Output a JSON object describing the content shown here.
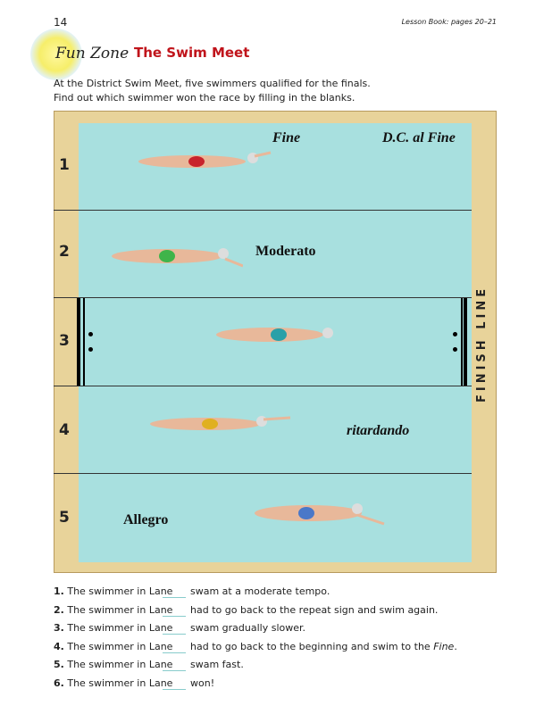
{
  "header": {
    "page_number": "14",
    "reference": "Lesson Book: pages 20–21",
    "section": "Fun Zone",
    "title": "The Swim Meet"
  },
  "intro": [
    "At the District Swim Meet, five swimmers qualified for the finals.",
    "Find out which swimmer won the race by filling in the blanks."
  ],
  "pool": {
    "lanes": [
      {
        "number": "1",
        "terms": [
          "Fine",
          "D.C. al Fine"
        ],
        "suit_color": "#c8232c"
      },
      {
        "number": "2",
        "terms": [
          "Moderato"
        ],
        "suit_color": "#3fb44a"
      },
      {
        "number": "3",
        "terms": [],
        "suit_color": "#2aa0a8"
      },
      {
        "number": "4",
        "terms": [
          "ritardando"
        ],
        "suit_color": "#e0b020"
      },
      {
        "number": "5",
        "terms": [
          "Allegro"
        ],
        "suit_color": "#4a78c8"
      }
    ],
    "finish_label": "FINISH LINE"
  },
  "questions": [
    {
      "num": "1.",
      "prefix": "The swimmer in Lane",
      "rest": "swam at a moderate tempo."
    },
    {
      "num": "2.",
      "prefix": "The swimmer in Lane",
      "rest": "had to go back to the repeat sign and swim again."
    },
    {
      "num": "3.",
      "prefix": "The swimmer in Lane",
      "rest": "swam gradually slower."
    },
    {
      "num": "4.",
      "prefix": "The swimmer in Lane",
      "rest": "had to go back to the beginning and swim to the ",
      "rest_italic": "Fine",
      "rest_end": "."
    },
    {
      "num": "5.",
      "prefix": "The swimmer in Lane",
      "rest": "swam fast."
    },
    {
      "num": "6.",
      "prefix": "The swimmer in Lane",
      "rest": "won!"
    }
  ]
}
